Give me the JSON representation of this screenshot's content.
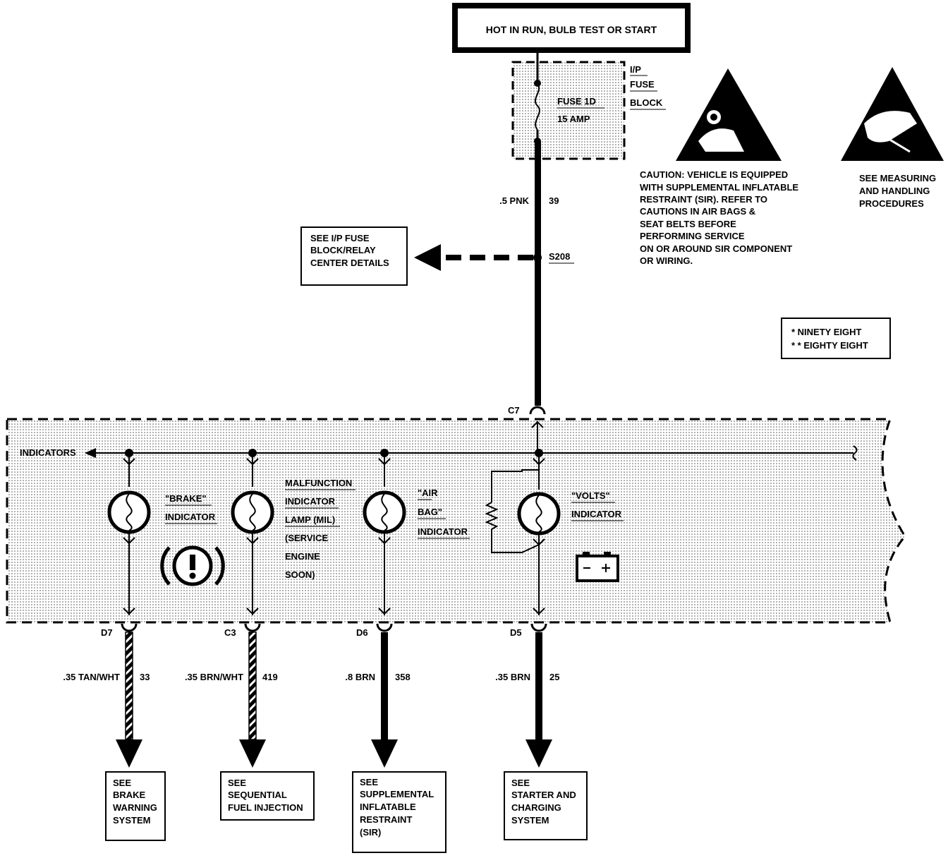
{
  "header": {
    "power_source": "HOT IN RUN, BULB TEST OR START"
  },
  "fuse_block": {
    "label_lines": [
      "I/P",
      "FUSE",
      "BLOCK"
    ],
    "fuse_name": "FUSE 1D",
    "fuse_rating": "15 AMP"
  },
  "feed_wire": {
    "gauge_color": ".5 PNK",
    "circuit": "39"
  },
  "splice": {
    "id": "S208",
    "ref_lines": [
      "SEE I/P FUSE",
      "BLOCK/RELAY",
      "CENTER DETAILS"
    ]
  },
  "caution": {
    "lines": [
      "CAUTION: VEHICLE IS EQUIPPED",
      "WITH SUPPLEMENTAL INFLATABLE",
      "RESTRAINT (SIR). REFER TO",
      "CAUTIONS IN AIR BAGS &",
      "SEAT BELTS BEFORE",
      "PERFORMING SERVICE",
      "ON OR AROUND SIR COMPONENT",
      "OR WIRING."
    ]
  },
  "esd": {
    "lines": [
      "SEE MEASURING",
      "AND HANDLING",
      "PROCEDURES"
    ]
  },
  "legend": {
    "items": [
      "* NINETY EIGHT",
      "* * EIGHTY EIGHT"
    ]
  },
  "cluster": {
    "input_connector": "C7",
    "bus_label": "INDICATORS",
    "indicators": [
      {
        "label_lines": [
          "\"BRAKE\"",
          "INDICATOR"
        ]
      },
      {
        "label_lines": [
          "MALFUNCTION",
          "INDICATOR",
          "LAMP (MIL)",
          "(SERVICE",
          "ENGINE",
          "SOON)"
        ]
      },
      {
        "label_lines": [
          "\"AIR",
          "BAG\"",
          "INDICATOR"
        ]
      },
      {
        "label_lines": [
          "\"VOLTS\"",
          "INDICATOR"
        ]
      }
    ]
  },
  "outputs": [
    {
      "connector": "D7",
      "gauge_color": ".35 TAN/WHT",
      "circuit": "33",
      "ref_lines": [
        "SEE",
        "BRAKE",
        "WARNING",
        "SYSTEM"
      ]
    },
    {
      "connector": "C3",
      "gauge_color": ".35 BRN/WHT",
      "circuit": "419",
      "ref_lines": [
        "SEE",
        "SEQUENTIAL",
        "FUEL INJECTION"
      ]
    },
    {
      "connector": "D6",
      "gauge_color": ".8 BRN",
      "circuit": "358",
      "ref_lines": [
        "SEE",
        "SUPPLEMENTAL",
        "INFLATABLE",
        "RESTRAINT",
        "(SIR)"
      ]
    },
    {
      "connector": "D5",
      "gauge_color": ".35 BRN",
      "circuit": "25",
      "ref_lines": [
        "SEE",
        "STARTER AND",
        "CHARGING",
        "SYSTEM"
      ]
    }
  ]
}
